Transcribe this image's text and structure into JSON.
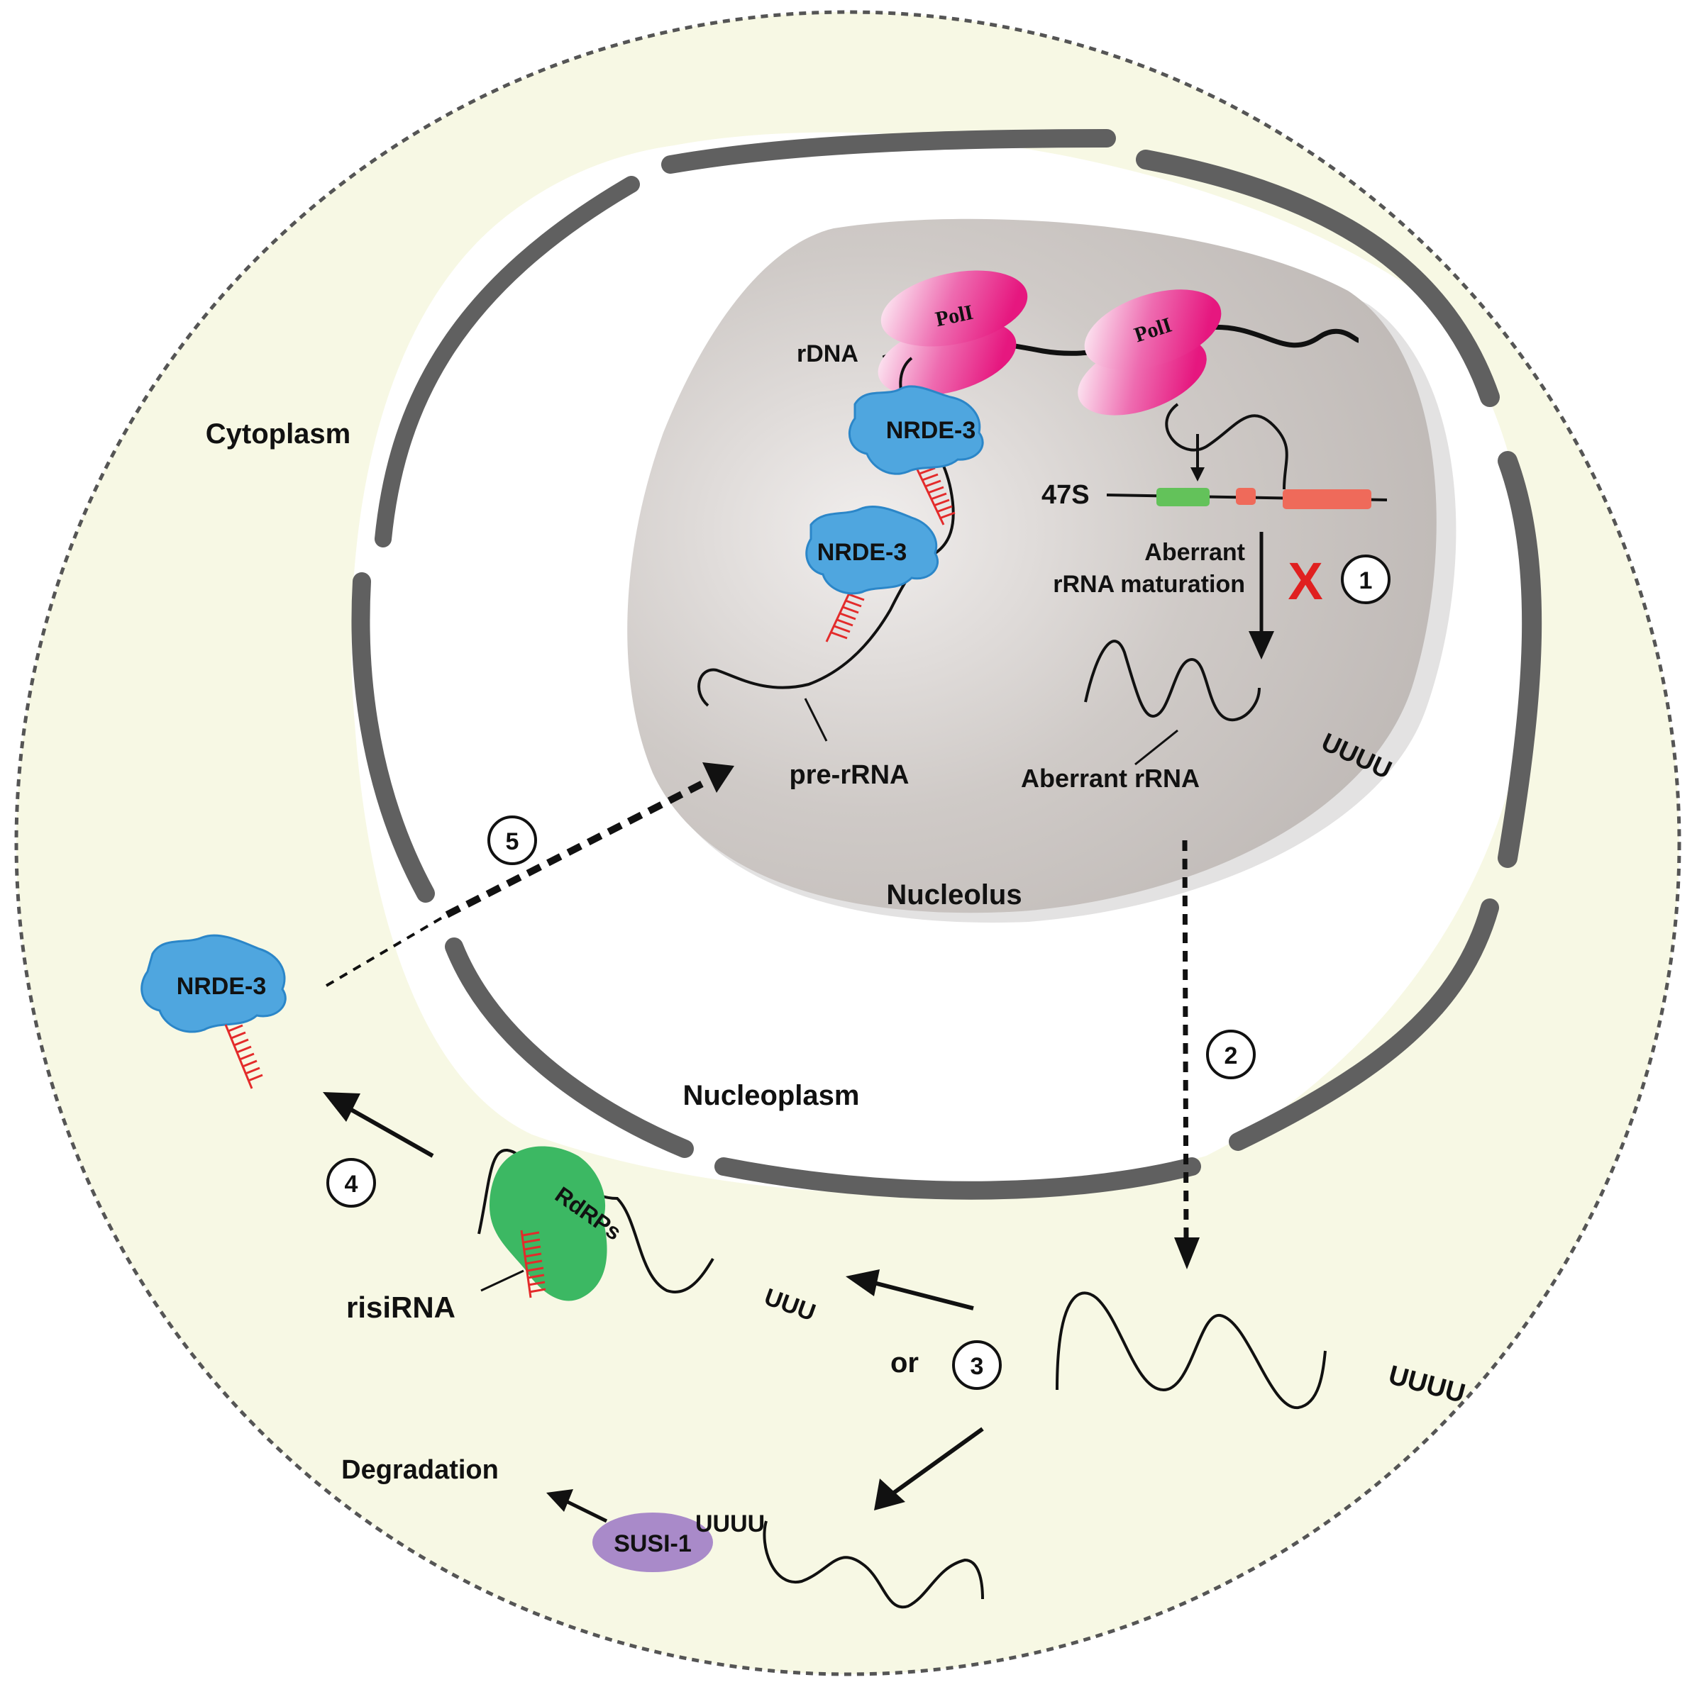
{
  "labels": {
    "cytoplasm": "Cytoplasm",
    "nucleoplasm": "Nucleoplasm",
    "nucleolus": "Nucleolus",
    "rdna": "rDNA",
    "pol1_a": "PolI",
    "pol1_b": "PolI",
    "nrde3": "NRDE-3",
    "s47": "47S",
    "aberrant_mat_1": "Aberrant",
    "aberrant_mat_2": "rRNA maturation",
    "x_mark": "X",
    "pre_rrna": "pre-rRNA",
    "aberrant_rrna": "Aberrant rRNA",
    "uuuu": "UUUU",
    "uuu": "UUU",
    "rdrps": "RdRPs",
    "risirna": "risiRNA",
    "or": "or",
    "degradation": "Degradation",
    "susi1": "SUSI-1"
  },
  "steps": [
    "1",
    "2",
    "3",
    "4",
    "5"
  ],
  "colors": {
    "cytoplasm_fill": "#f7f8e4",
    "envelope": "#5f5f5f",
    "nucleolus_fill": "#c9c3c0",
    "pol1": "#e6177f",
    "nrde3": "#4fa6df",
    "sirna": "#e32b2b",
    "rdrps": "#3cb863",
    "susi1": "#a98ac9",
    "green_segment": "#63c25a",
    "orange_segment": "#ef6a5a",
    "x_mark": "#e02020"
  }
}
